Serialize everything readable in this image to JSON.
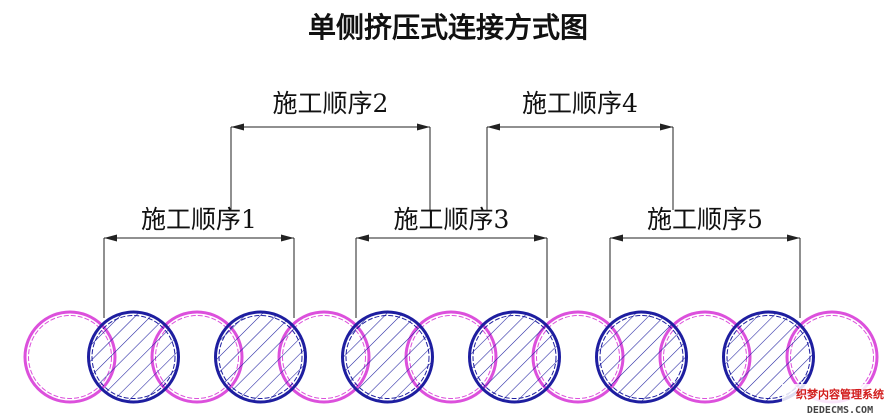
{
  "title": "单侧挤压式连接方式图",
  "sequences": [
    {
      "label": "施工顺序1"
    },
    {
      "label": "施工顺序2"
    },
    {
      "label": "施工顺序3"
    },
    {
      "label": "施工顺序4"
    },
    {
      "label": "施工顺序5"
    }
  ],
  "piles": [
    {
      "kind": "plain"
    },
    {
      "kind": "hatched"
    },
    {
      "kind": "plain"
    },
    {
      "kind": "hatched"
    },
    {
      "kind": "plain"
    },
    {
      "kind": "hatched"
    },
    {
      "kind": "plain"
    },
    {
      "kind": "hatched"
    },
    {
      "kind": "plain"
    },
    {
      "kind": "hatched"
    },
    {
      "kind": "plain"
    },
    {
      "kind": "hatched"
    },
    {
      "kind": "plain"
    }
  ],
  "colors": {
    "plain_pile": "#dc50dc",
    "hatched_pile": "#1e1ea0",
    "line": "#222222"
  },
  "watermark": {
    "line1": "织梦内容管理系统",
    "line2": "DEDECMS.COM"
  }
}
